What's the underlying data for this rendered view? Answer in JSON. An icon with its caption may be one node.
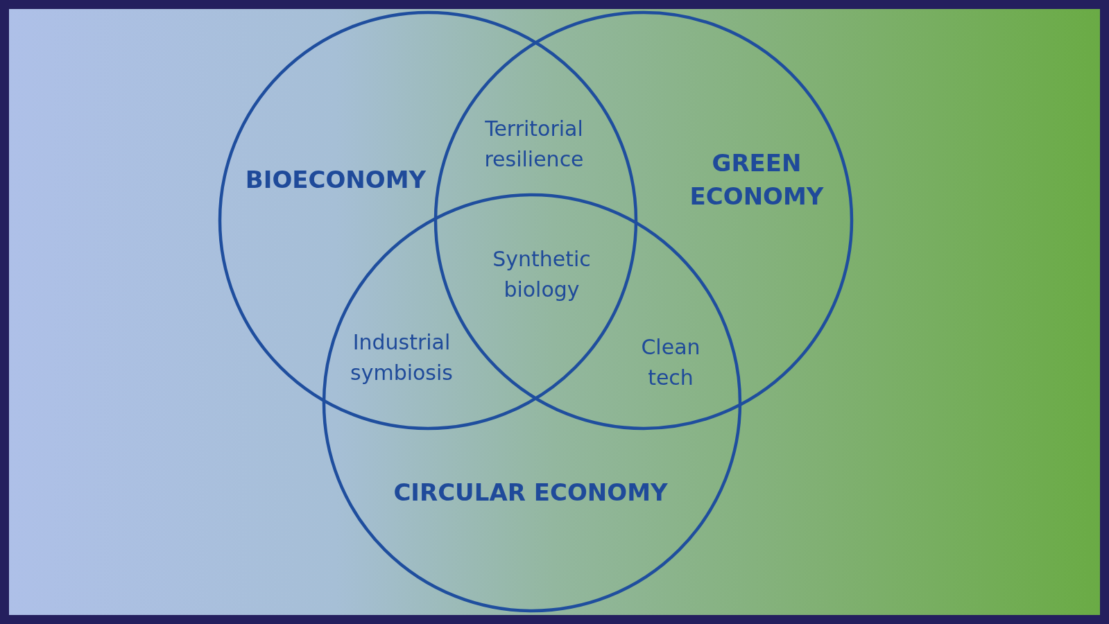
{
  "diagram": {
    "nodes": [
      {
        "text": [
          "BIOECONOMY"
        ]
      },
      {
        "text": [
          "GREEN ECONOMY"
        ]
      },
      {
        "text": [
          "CIRCULAR ECONOMY"
        ]
      }
    ],
    "labels": [
      "Territorial resilience",
      "Synthetic biology",
      "Industrial symbiosis",
      "Clean tech"
    ]
  }
}
